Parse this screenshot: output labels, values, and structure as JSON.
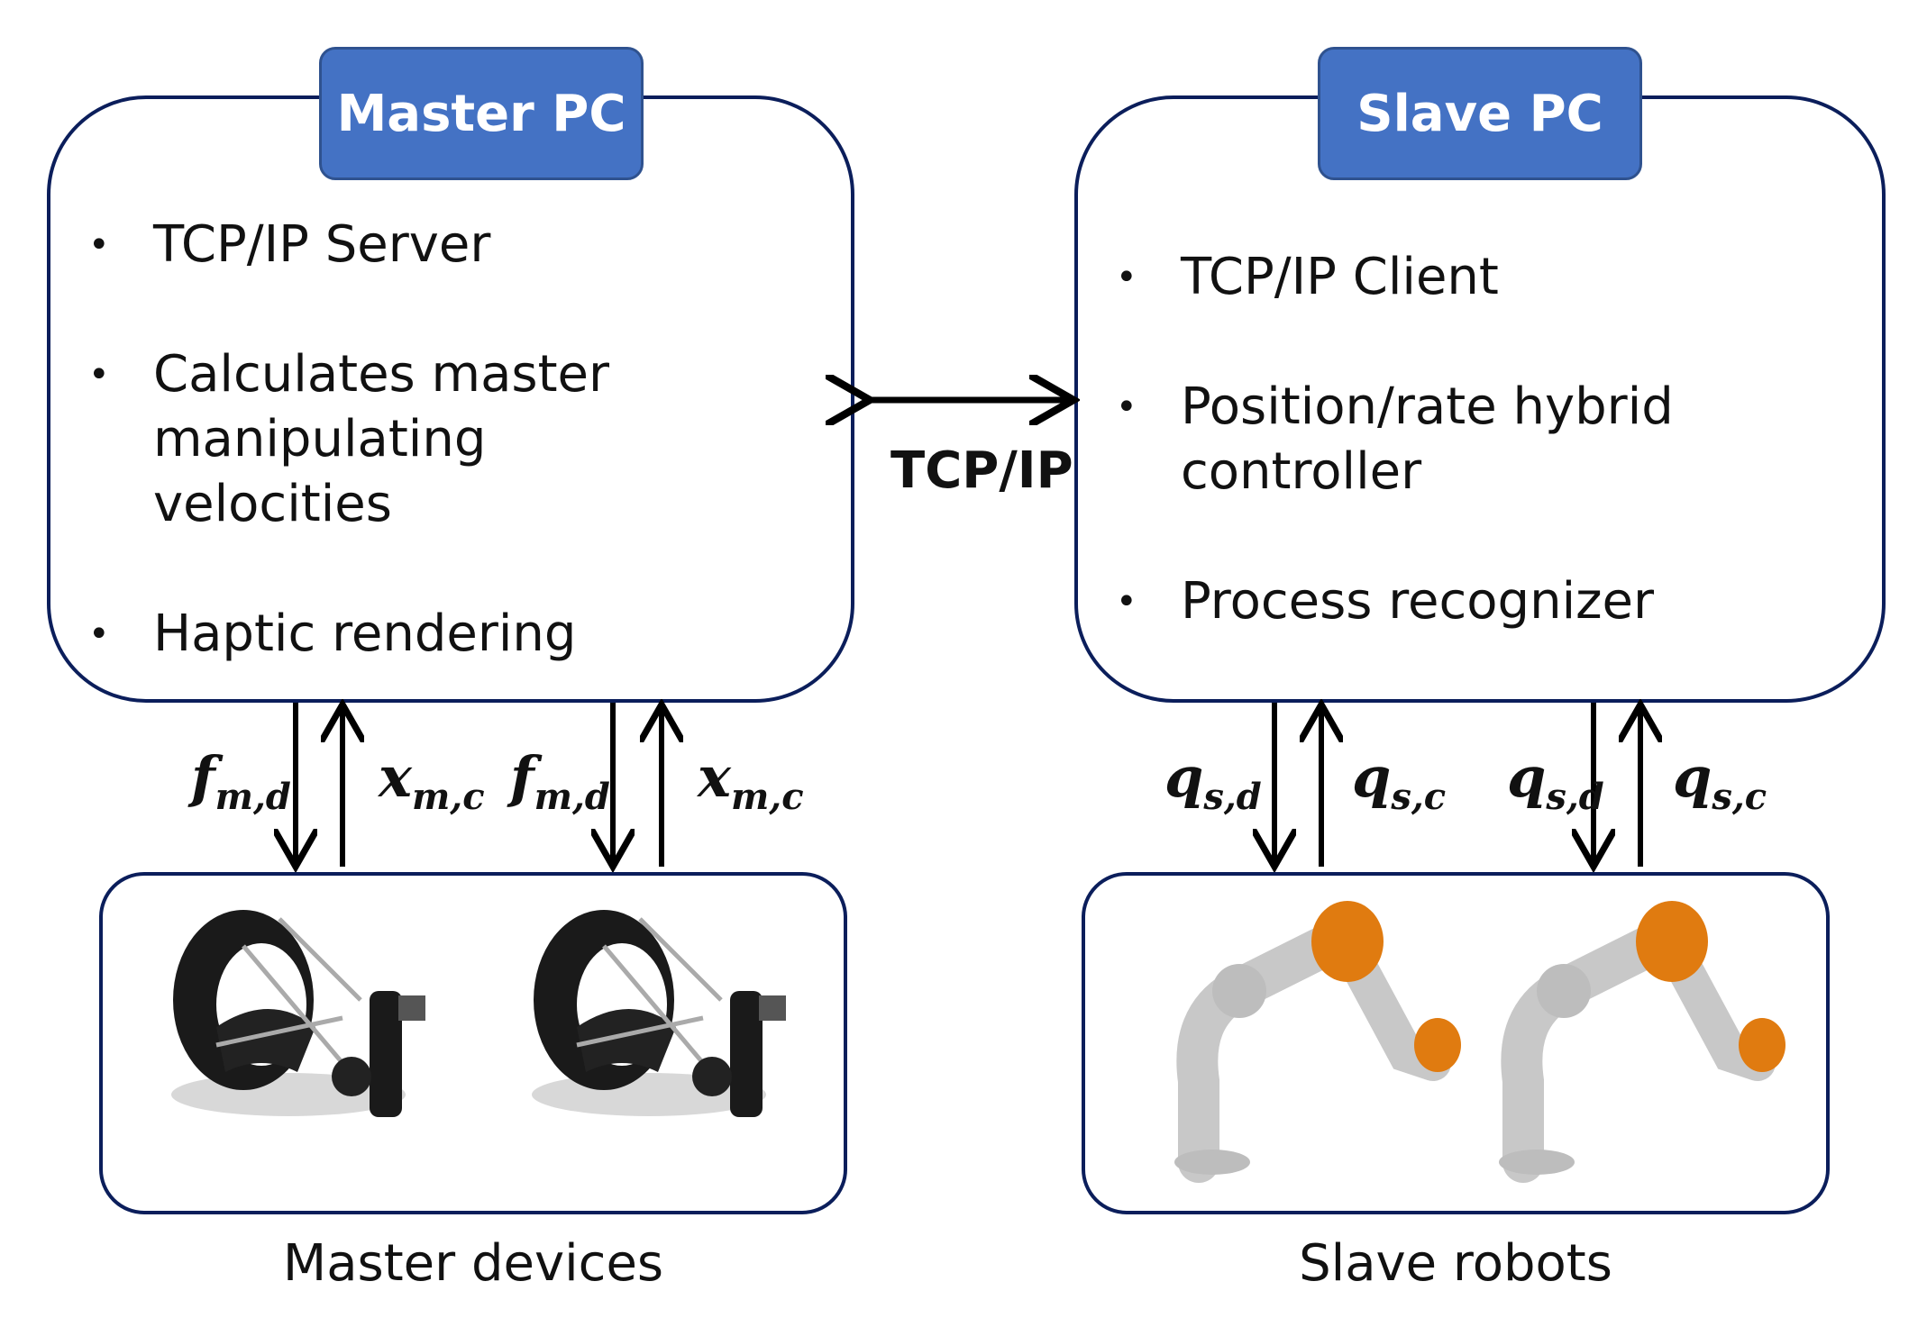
{
  "master_pc": {
    "title": "Master PC",
    "items": [
      {
        "label": "TCP/IP Server"
      },
      {
        "label": "Calculates master manipulating velocities"
      },
      {
        "label": "Haptic rendering"
      }
    ]
  },
  "slave_pc": {
    "title": "Slave PC",
    "items": [
      {
        "label": "TCP/IP Client"
      },
      {
        "label": "Position/rate hybrid controller"
      },
      {
        "label": "Process recognizer"
      }
    ]
  },
  "link_label": "TCP/IP",
  "master_signals": [
    {
      "base": "f",
      "sub": "m,d"
    },
    {
      "base": "x",
      "sub": "m,c"
    },
    {
      "base": "f",
      "sub": "m,d"
    },
    {
      "base": "x",
      "sub": "m,c"
    }
  ],
  "slave_signals": [
    {
      "base": "q",
      "sub": "s,d"
    },
    {
      "base": "q",
      "sub": "s,c"
    },
    {
      "base": "q",
      "sub": "s,d"
    },
    {
      "base": "q",
      "sub": "s,c"
    }
  ],
  "captions": {
    "master_devices": "Master devices",
    "slave_robots": "Slave robots"
  },
  "colors": {
    "tab_fill": "#4472c4",
    "box_border": "#0b1e5b",
    "robot_orange": "#e07b10",
    "robot_gray": "#c8c8c8"
  }
}
